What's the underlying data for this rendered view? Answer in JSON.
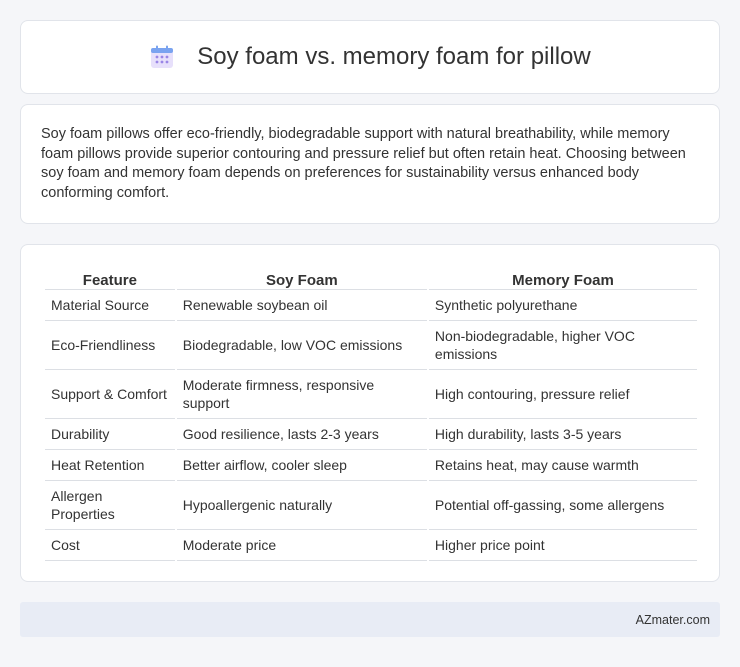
{
  "header": {
    "title": "Soy foam vs. memory foam for pillow",
    "icon": "calendar-icon",
    "icon_colors": {
      "top": "#7aa3f0",
      "body": "#e7e0fb",
      "dots": "#9a86e6"
    }
  },
  "description": {
    "text": "Soy foam pillows offer eco-friendly, biodegradable support with natural breathability, while memory foam pillows provide superior contouring and pressure relief but often retain heat. Choosing between soy foam and memory foam depends on preferences for sustainability versus enhanced body conforming comfort."
  },
  "table": {
    "headers": [
      "Feature",
      "Soy Foam",
      "Memory Foam"
    ],
    "rows": [
      [
        "Material Source",
        "Renewable soybean oil",
        "Synthetic polyurethane"
      ],
      [
        "Eco-Friendliness",
        "Biodegradable, low VOC emissions",
        "Non-biodegradable, higher VOC emissions"
      ],
      [
        "Support & Comfort",
        "Moderate firmness, responsive support",
        "High contouring, pressure relief"
      ],
      [
        "Durability",
        "Good resilience, lasts 2-3 years",
        "High durability, lasts 3-5 years"
      ],
      [
        "Heat Retention",
        "Better airflow, cooler sleep",
        "Retains heat, may cause warmth"
      ],
      [
        "Allergen Properties",
        "Hypoallergenic naturally",
        "Potential off-gassing, some allergens"
      ],
      [
        "Cost",
        "Moderate price",
        "Higher price point"
      ]
    ]
  },
  "footer": {
    "brand": "AZmater.com"
  }
}
